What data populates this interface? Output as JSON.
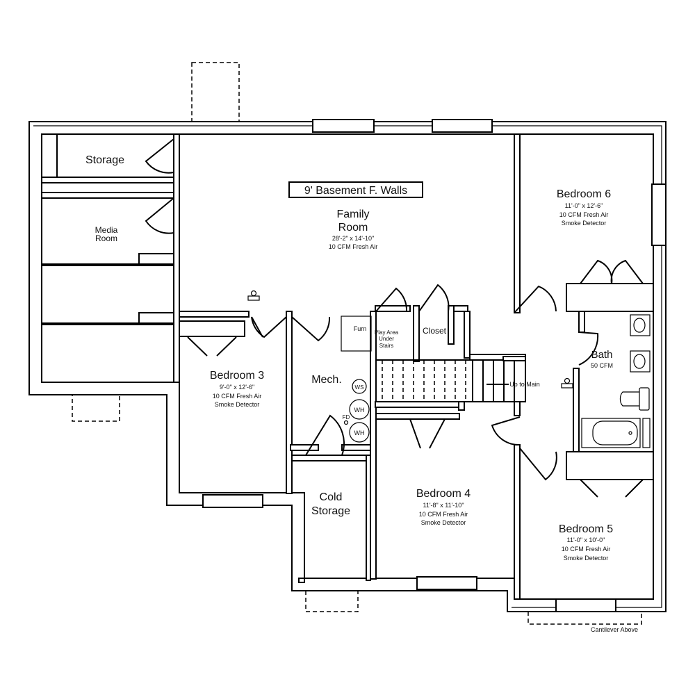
{
  "title_box": "9' Basement F. Walls",
  "rooms": {
    "storage": {
      "name": "Storage"
    },
    "media": {
      "name_line1": "Media",
      "name_line2": "Room"
    },
    "family": {
      "name_line1": "Family",
      "name_line2": "Room",
      "dims": "28'-2\" x 14'-10\"",
      "note1": "10 CFM Fresh Air"
    },
    "bedroom6": {
      "name": "Bedroom 6",
      "dims": "11'-0\" x 12'-6\"",
      "note1": "10 CFM Fresh Air",
      "note2": "Smoke Detector"
    },
    "bedroom3": {
      "name": "Bedroom 3",
      "dims": "9'-0\" x 12'-6\"",
      "note1": "10 CFM Fresh Air",
      "note2": "Smoke Detector"
    },
    "mech": {
      "name": "Mech."
    },
    "furn": {
      "name": "Furn"
    },
    "play": {
      "line1": "Play Area",
      "line2": "Under",
      "line3": "Stairs"
    },
    "closet": {
      "name": "Closet"
    },
    "bath": {
      "name": "Bath",
      "note1": "50 CFM"
    },
    "cold_storage": {
      "name_line1": "Cold",
      "name_line2": "Storage"
    },
    "bedroom4": {
      "name": "Bedroom 4",
      "dims": "11'-8\" x 11'-10\"",
      "note1": "10 CFM Fresh Air",
      "note2": "Smoke Detector"
    },
    "bedroom5": {
      "name": "Bedroom 5",
      "dims": "11'-0\" x 10'-0\"",
      "note1": "10 CFM Fresh Air",
      "note2": "Smoke Detector"
    }
  },
  "fixtures": {
    "ws": "WS",
    "wh1": "WH",
    "wh2": "WH",
    "fd": "FD"
  },
  "annotations": {
    "up_to_main": "Up to Main",
    "cantilever": "Cantilever Above"
  }
}
